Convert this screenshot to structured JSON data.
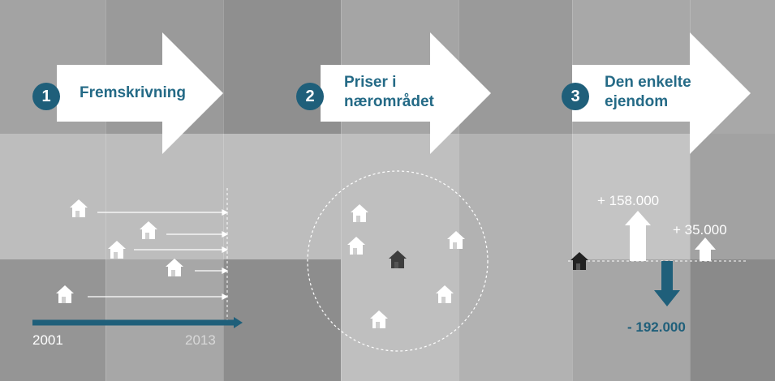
{
  "steps": [
    {
      "number": "1",
      "title_lines": [
        "Fremskrivning"
      ]
    },
    {
      "number": "2",
      "title_lines": [
        "Priser i",
        "nærområdet"
      ]
    },
    {
      "number": "3",
      "title_lines": [
        "Den enkelte",
        "ejendom"
      ]
    }
  ],
  "timeline": {
    "start_label": "2001",
    "end_label": "2013"
  },
  "adjustments": {
    "up_large": "+ 158.000",
    "up_small": "+ 35.000",
    "down": "- 192.000"
  },
  "colors": {
    "accent": "#1f5f7a",
    "accent_text": "#246a86",
    "dark_house": "#3d3d3d",
    "white": "#ffffff"
  },
  "icons": {
    "house": "house-icon",
    "arrow": "arrow-right-icon"
  }
}
